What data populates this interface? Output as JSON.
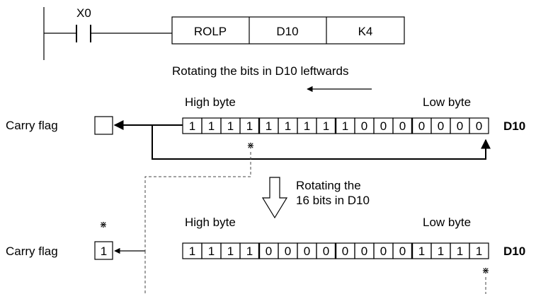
{
  "ladder": {
    "contact": "X0",
    "instruction": [
      "ROLP",
      "D10",
      "K4"
    ]
  },
  "captions": {
    "rotate_left": "Rotating the bits in D10 leftwards",
    "rotate_16_line1": "Rotating the",
    "rotate_16_line2": "16 bits in D10"
  },
  "before": {
    "high_label": "High byte",
    "low_label": "Low byte",
    "carry_label": "Carry flag",
    "carry_value": "",
    "register": "D10",
    "bits": [
      "1",
      "1",
      "1",
      "1",
      "1",
      "1",
      "1",
      "1",
      "1",
      "0",
      "0",
      "0",
      "0",
      "0",
      "0",
      "0"
    ]
  },
  "after": {
    "high_label": "High byte",
    "low_label": "Low byte",
    "carry_label": "Carry flag",
    "carry_value": "1",
    "register": "D10",
    "bits": [
      "1",
      "1",
      "1",
      "1",
      "0",
      "0",
      "0",
      "0",
      "0",
      "0",
      "0",
      "0",
      "1",
      "1",
      "1",
      "1"
    ]
  },
  "marker": "⋇"
}
